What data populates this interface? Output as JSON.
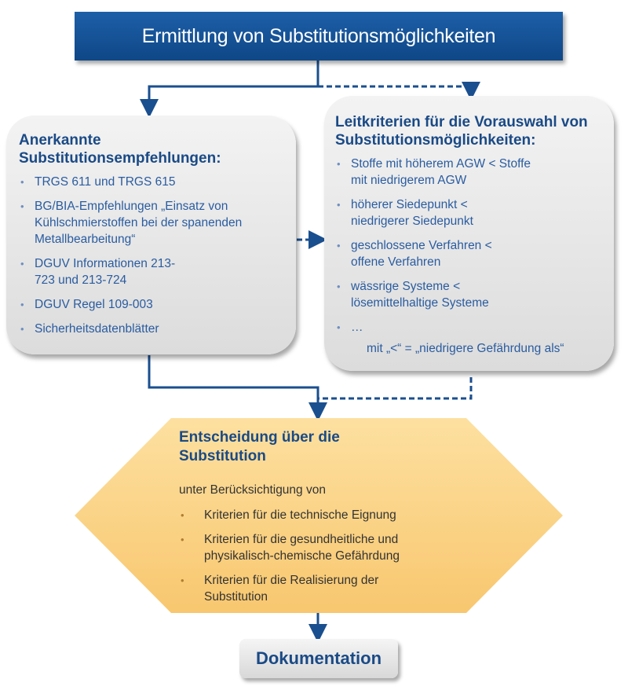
{
  "title": "Ermittlung von Substitutionsmöglichkeiten",
  "left_box": {
    "heading": "Anerkannte Substitutionsempfehlungen:",
    "items": [
      "TRGS 611 und TRGS 615",
      "BG/BIA-Empfehlungen „Einsatz von Kühlschmierstoffen bei der spanenden Metallbearbeitung“",
      "DGUV Informationen 213-723 und 213-724",
      "DGUV Regel 109-003",
      "Sicherheitsdatenblätter"
    ]
  },
  "right_box": {
    "heading": "Leitkriterien für die Vorauswahl von Substitutionsmöglichkeiten:",
    "items": [
      "Stoffe mit höherem AGW < Stoffe mit niedrigerem AGW",
      "höherer Siedepunkt < niedrigerer Siedepunkt",
      "geschlossene Verfahren < offene Verfahren",
      "wässrige Systeme < lösemittelhaltige Systeme",
      "…"
    ],
    "note": "mit „<“ = „niedrigere Gefährdung als“"
  },
  "decision": {
    "heading": "Entscheidung über die Substitution",
    "intro": "unter Berücksichtigung von",
    "items": [
      "Kriterien für die technische Eignung",
      "Kriterien für die gesundheitliche und physikalisch-chemische Gefährdung",
      "Kriterien für die Realisierung der Substitution"
    ]
  },
  "final": "Dokumentation",
  "colors": {
    "blue": "#1a4f8f",
    "hex": "#fbd48a"
  }
}
